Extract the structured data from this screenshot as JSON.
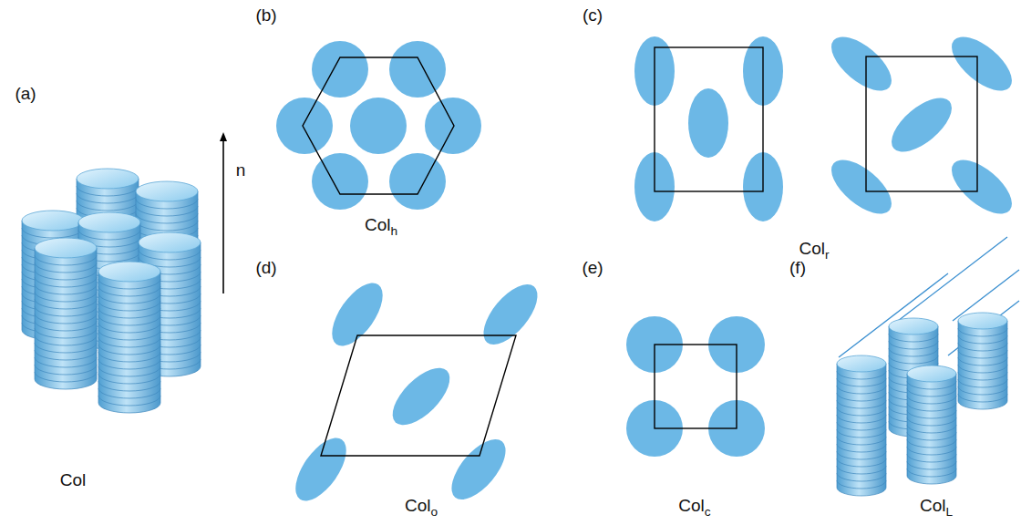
{
  "diagram": {
    "labels": [
      "(a)",
      "n",
      "Col",
      "(b)",
      "Colh",
      "(c)",
      "Colr",
      "(d)",
      "Colo",
      "(e)",
      "Colc",
      "(f)",
      "ColL"
    ]
  }
}
